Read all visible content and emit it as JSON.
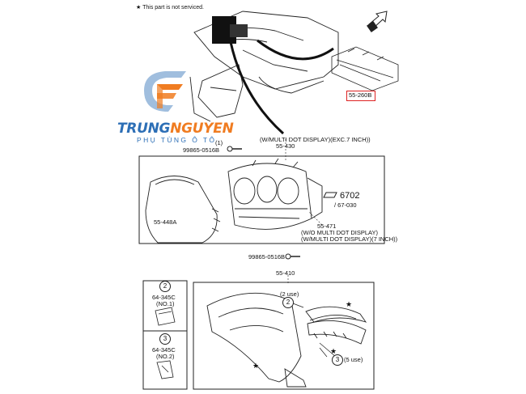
{
  "header_note": {
    "star": "★",
    "text": "This part is not serviced."
  },
  "brand": {
    "part1": "TRUNG",
    "part2": "NGUYEN",
    "tagline": "PHỤ TÙNG Ô TÔ",
    "color_blue": "#2d6fb6",
    "color_orange": "#f07c21"
  },
  "parts": {
    "p55_260b": "55-260B",
    "p55_430": "55-430",
    "note_multi_exc7": "(W/MULTI DOT DISPLAY)(EXC.7 INCH))",
    "bolt_top": "99865-0516B",
    "bolt_bottom": "99865-0516B",
    "circle1": "(1)",
    "p6702": "6702",
    "p67030": "/ 67-030",
    "p55_448a": "55-448A",
    "p55_471": "55-471",
    "note_wo_multi": "(W/O MULTI DOT DISPLAY)",
    "note_multi_7": "(W/MULTI DOT DISPLAY)(7 INCH))",
    "p55_410": "55-410",
    "use2": "(2 use)",
    "use5": "(5 use)",
    "num2": "2",
    "num3": "3"
  },
  "legend": {
    "item1": {
      "num": "2",
      "code": "64-345C",
      "sub": "(NO.1)"
    },
    "item2": {
      "num": "3",
      "code": "64-345C",
      "sub": "(NO.2)"
    }
  },
  "highlight_color": "#dd2222"
}
